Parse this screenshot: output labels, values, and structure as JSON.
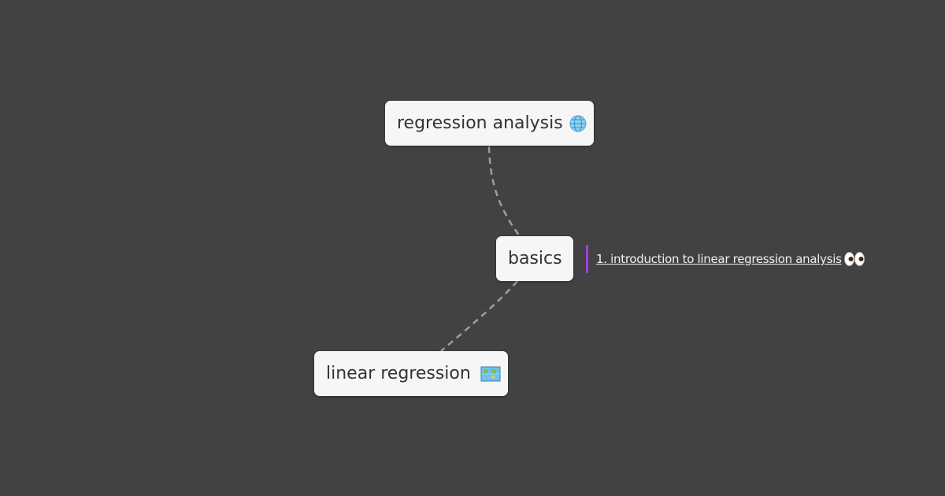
{
  "nodes": {
    "root": {
      "label": "regression analysis",
      "icon": "globe-icon"
    },
    "basics": {
      "label": "basics"
    },
    "linear": {
      "label": "linear regression",
      "icon": "world-map-icon"
    }
  },
  "note_link": {
    "text": "1. introduction to linear regression analysis ",
    "icon": "eyes-icon"
  },
  "colors": {
    "background": "#424242",
    "node_fill": "#f6f6f6",
    "connector": "#9e9e9e",
    "accent_bar": "#a040e0"
  }
}
